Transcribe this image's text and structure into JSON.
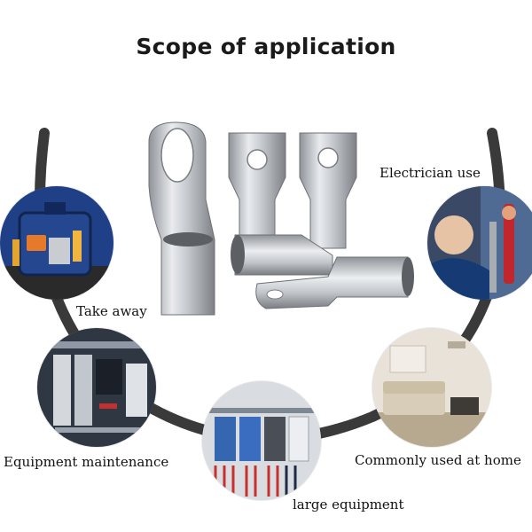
{
  "title": "Scope of application",
  "labels": {
    "electrician": "Electrician use",
    "take_away": "Take away",
    "maintenance": "Equipment maintenance",
    "home": "Commonly used at home",
    "large": "large equipment"
  }
}
